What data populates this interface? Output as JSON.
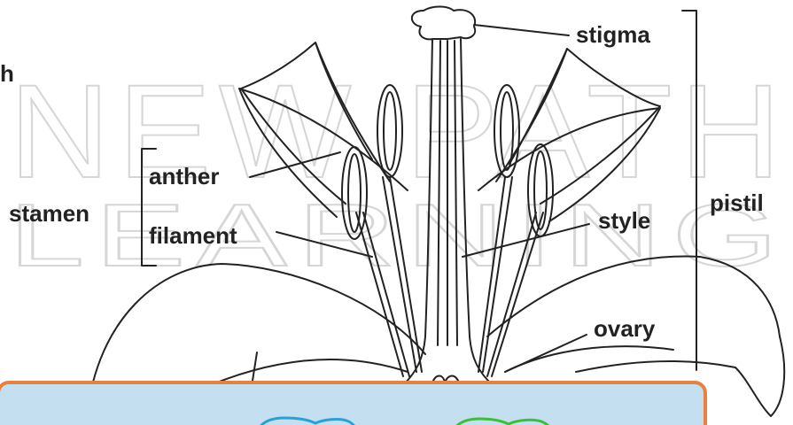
{
  "labels": {
    "stigma": "stigma",
    "anther": "anther",
    "stamen": "stamen",
    "filament": "filament",
    "style": "style",
    "pistil": "pistil",
    "ovary": "ovary",
    "partial_left": "h"
  },
  "watermark": {
    "text_line1": "NEW PATH",
    "text_line2": "LEARNING"
  },
  "colors": {
    "line": "#222222",
    "panel_fill": "#c3dff0",
    "panel_border": "#e7813f",
    "panel_icon_left": "#2aa0d8",
    "panel_icon_right": "#3bbf3b",
    "watermark": "#d4d4d4"
  },
  "icons": {
    "panel_left": "cyan-rounded-shape-icon",
    "panel_right": "green-rounded-shape-icon"
  }
}
